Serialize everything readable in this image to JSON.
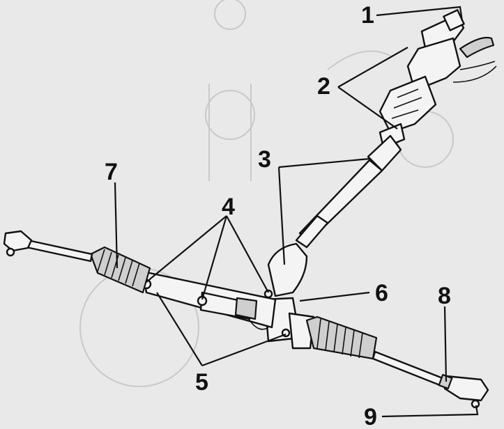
{
  "callouts": {
    "c1": "1",
    "c2": "2",
    "c3": "3",
    "c4": "4",
    "c5": "5",
    "c6": "6",
    "c7": "7",
    "c8": "8",
    "c9": "9"
  },
  "colors": {
    "background": "#e9e9e9",
    "ink": "#111111",
    "ghost": "#c9c9c9"
  }
}
